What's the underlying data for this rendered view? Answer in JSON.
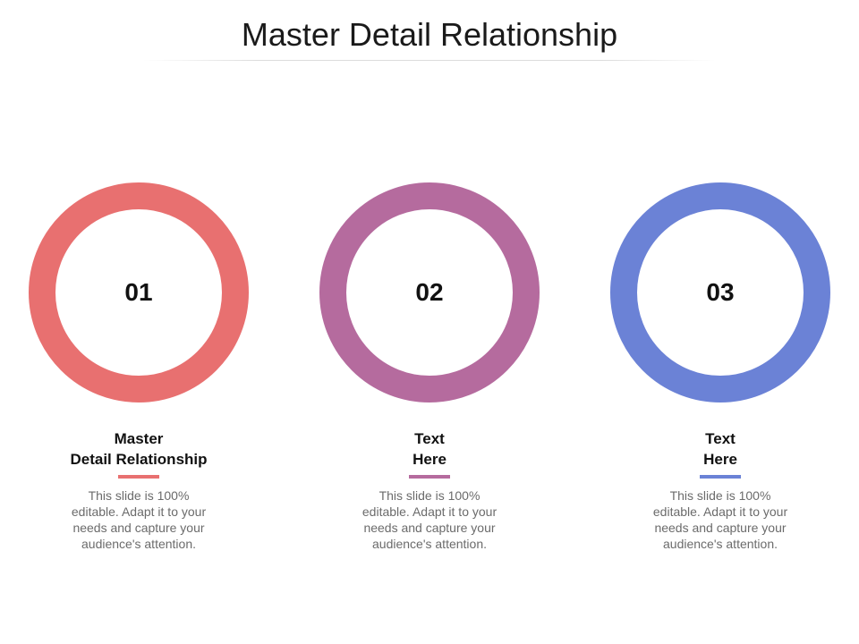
{
  "slide": {
    "title": "Master Detail Relationship"
  },
  "items": [
    {
      "number": "01",
      "heading_line1": "Master",
      "heading_line2": "Detail Relationship",
      "description": "This slide is 100% editable. Adapt it to your needs and capture your audience's attention.",
      "color": "#e87070"
    },
    {
      "number": "02",
      "heading_line1": "Text",
      "heading_line2": "Here",
      "description": "This slide is 100% editable. Adapt it to your needs and capture your audience's attention.",
      "color": "#b56b9e"
    },
    {
      "number": "03",
      "heading_line1": "Text",
      "heading_line2": "Here",
      "description": "This slide is 100% editable. Adapt it to your needs and capture your audience's attention.",
      "color": "#6b82d6"
    }
  ]
}
